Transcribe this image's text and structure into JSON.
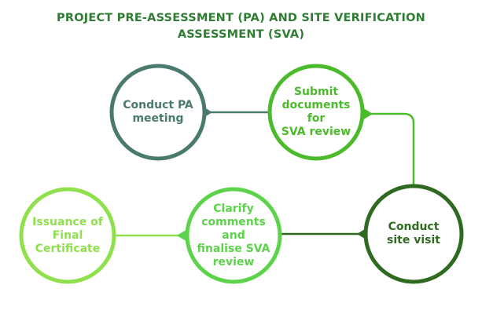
{
  "title": {
    "line1": "PROJECT PRE-ASSESSMENT (PA) AND SITE VERIFICATION",
    "line2": "ASSESSMENT (SVA)"
  },
  "colors": {
    "title": "#2e7d32",
    "dark_teal": "#4a7a6e",
    "bright_green": "#4cbb2b",
    "dark_green": "#2e6a1f",
    "light_green": "#8fe04c",
    "mid_green": "#5cd34a"
  },
  "steps": [
    {
      "id": "pa-meeting",
      "lines": [
        "Conduct PA",
        "meeting"
      ]
    },
    {
      "id": "submit-docs",
      "lines": [
        "Submit",
        "documents for",
        "SVA review"
      ]
    },
    {
      "id": "site-visit",
      "lines": [
        "Conduct",
        "site visit"
      ]
    },
    {
      "id": "clarify",
      "lines": [
        "Clarify",
        "comments and",
        "finalise SVA",
        "review"
      ]
    },
    {
      "id": "final-cert",
      "lines": [
        "Issuance of",
        "Final",
        "Certificate"
      ]
    }
  ]
}
